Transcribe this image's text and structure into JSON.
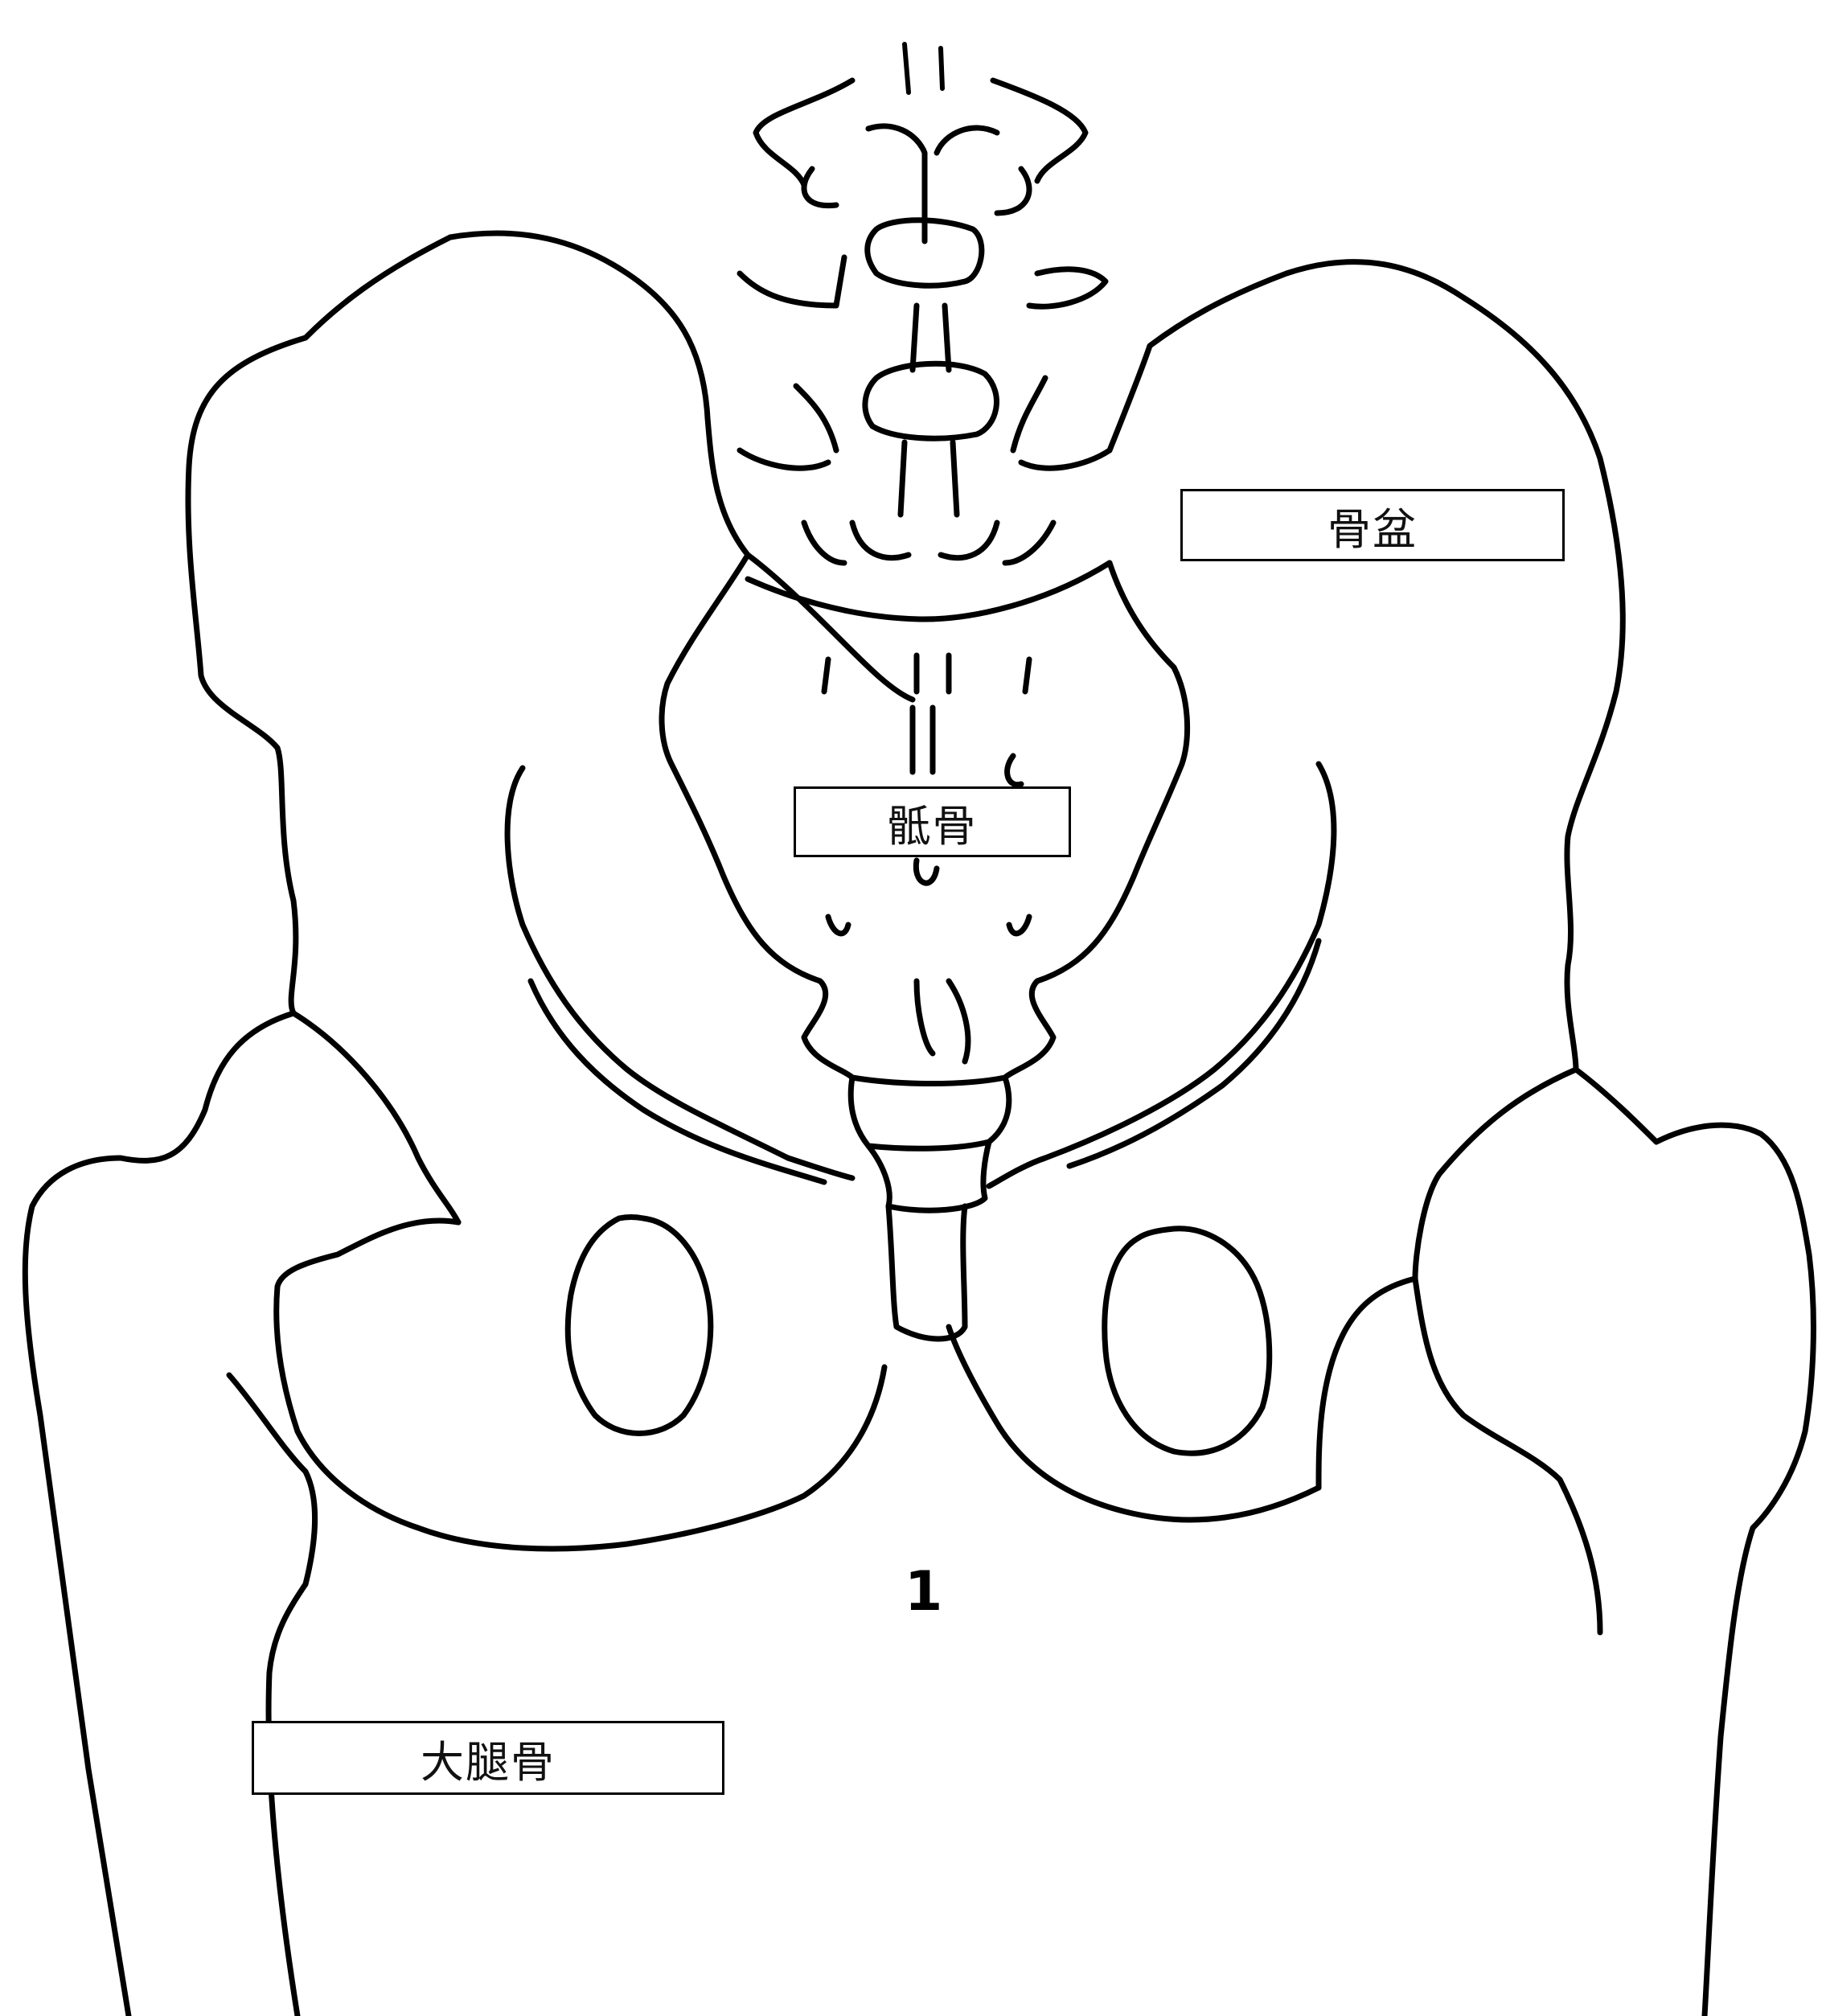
{
  "labels": {
    "pelvis": "骨盆",
    "sacrum": "骶骨",
    "femur": "大腿骨"
  },
  "figure_number": "1",
  "colors": {
    "line": "#000000",
    "background": "#ffffff"
  }
}
